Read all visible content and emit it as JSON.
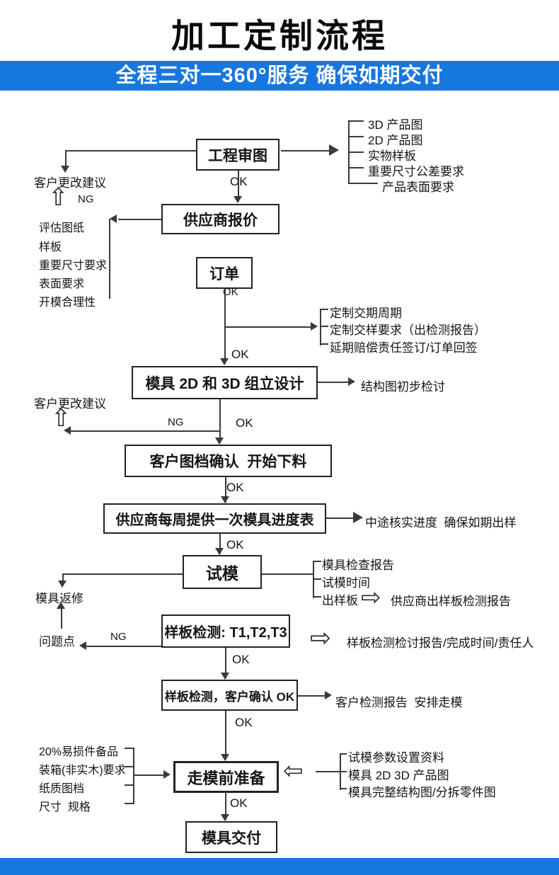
{
  "header": {
    "title": "加工定制流程",
    "subtitle": "全程三对一360°服务 确保如期交付"
  },
  "colors": {
    "banner": "#1677e0",
    "line": "#3a3a3a"
  },
  "labels": {
    "ok": "OK",
    "ng": "NG"
  },
  "icons": {
    "hollow_up": "⇧",
    "hollow_left": "⇦",
    "hollow_right": "⇨"
  },
  "nodes": {
    "engineering_review": "工程审图",
    "supplier_quote": "供应商报价",
    "order": "订单",
    "mold_design": "模具 2D 和 3D 组立设计",
    "drawing_confirm": "客户图档确认  开始下料",
    "weekly_progress": "供应商每周提供一次模具进度表",
    "trial_mold": "试模",
    "sample_test": "样板检测: T1,T2,T3",
    "sample_confirm": "样板检测，客户确认 OK",
    "pre_transfer": "走模前准备",
    "delivery": "模具交付"
  },
  "side_labels": {
    "customer_change": "客户更改建议",
    "struct_review": "结构图初步检讨",
    "midway_check": "中途核实进度  确保如期出样",
    "mold_repair": "模具返修",
    "issue_point": "问题点",
    "supplier_sample_report": "供应商出样板检测报告",
    "sample_review_report": "样板检测检讨报告/完成时间/责任人",
    "customer_report": "客户检测报告  安排走模"
  },
  "lists": {
    "review_outputs": [
      "3D 产品图",
      "2D 产品图",
      "实物样板",
      "重要尺寸公差要求",
      "产品表面要求"
    ],
    "quote_criteria": [
      "评估图纸",
      "样板",
      "重要尺寸要求",
      "表面要求",
      "开模合理性"
    ],
    "order_terms": [
      "定制交期周期",
      "定制交样要求（出检测报告）",
      "延期赔偿责任签订/订单回签"
    ],
    "trial_outputs": [
      "模具检查报告",
      "试模时间",
      "出样板"
    ],
    "pre_transfer_left": [
      "20%易损件备品",
      "装箱(非实木)要求",
      "纸质图档",
      "尺寸  规格"
    ],
    "pre_transfer_right": [
      "试模参数设置资料",
      "模具 2D 3D 产品图",
      "模具完整结构图/分拆零件图"
    ]
  }
}
